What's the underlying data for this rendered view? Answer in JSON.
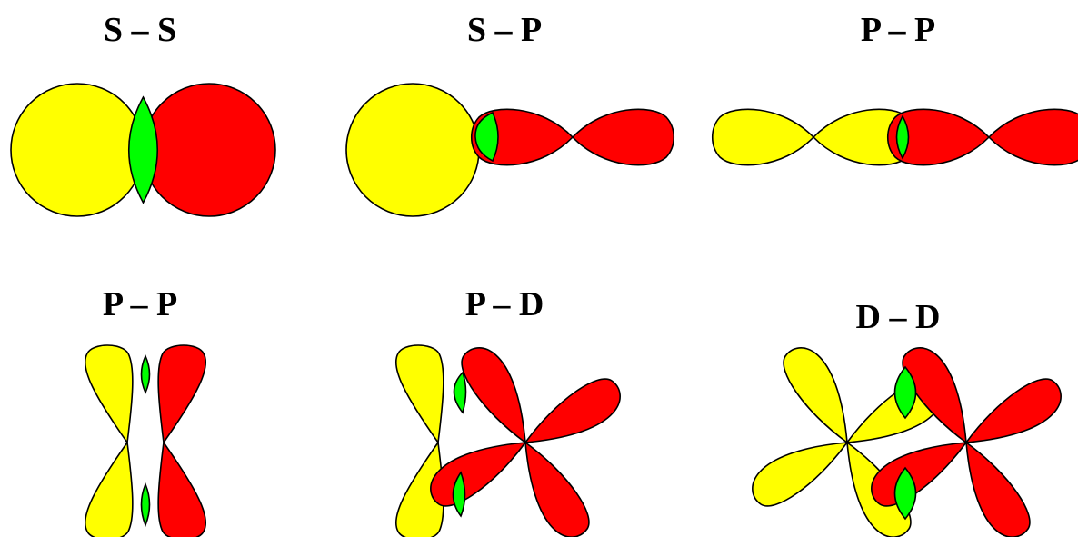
{
  "colors": {
    "orbital_a": "#ffff00",
    "orbital_b": "#ff0000",
    "overlap": "#00ff00",
    "outline": "#000000"
  },
  "panels": [
    {
      "id": "s-s",
      "title": "S – S"
    },
    {
      "id": "s-p",
      "title": "S – P"
    },
    {
      "id": "p-p-sigma",
      "title": "P – P"
    },
    {
      "id": "p-p-pi",
      "title": "P – P"
    },
    {
      "id": "p-d",
      "title": "P – D"
    },
    {
      "id": "d-d",
      "title": "D – D"
    }
  ]
}
